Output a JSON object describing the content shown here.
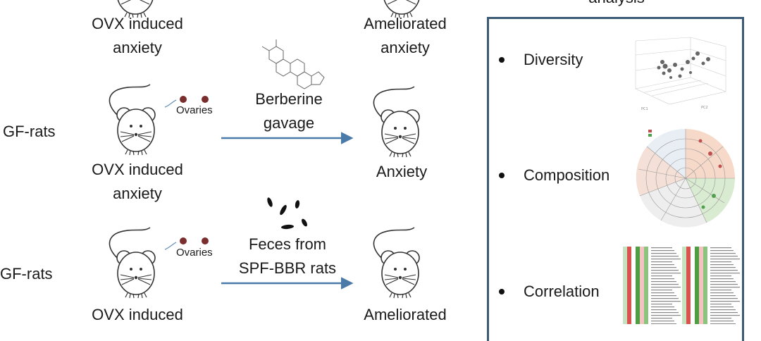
{
  "top_row": {
    "left_caption_line1": "OVX induced",
    "left_caption_line2": "anxiety",
    "right_caption_line1": "Ameliorated",
    "right_caption_line2": "anxiety"
  },
  "panel_header_partial": "analysis",
  "row1": {
    "group_label": "GF-rats",
    "ovaries_label": "Ovaries",
    "treatment_line1": "Berberine",
    "treatment_line2": "gavage",
    "left_caption_line1": "OVX induced",
    "left_caption_line2": "anxiety",
    "right_caption": "Anxiety"
  },
  "row2": {
    "group_label": "GF-rats",
    "ovaries_label": "Ovaries",
    "treatment_line1": "Feces from",
    "treatment_line2": "SPF-BBR rats",
    "left_caption_line1": "OVX induced",
    "right_caption_line1": "Ameliorated"
  },
  "analysis": {
    "items": [
      "Diversity",
      "Composition",
      "Correlation"
    ]
  },
  "colors": {
    "arrow": "#4a7aa8",
    "ovary_dot": "#7a2e2e",
    "panel_border": "#3b5a76"
  }
}
